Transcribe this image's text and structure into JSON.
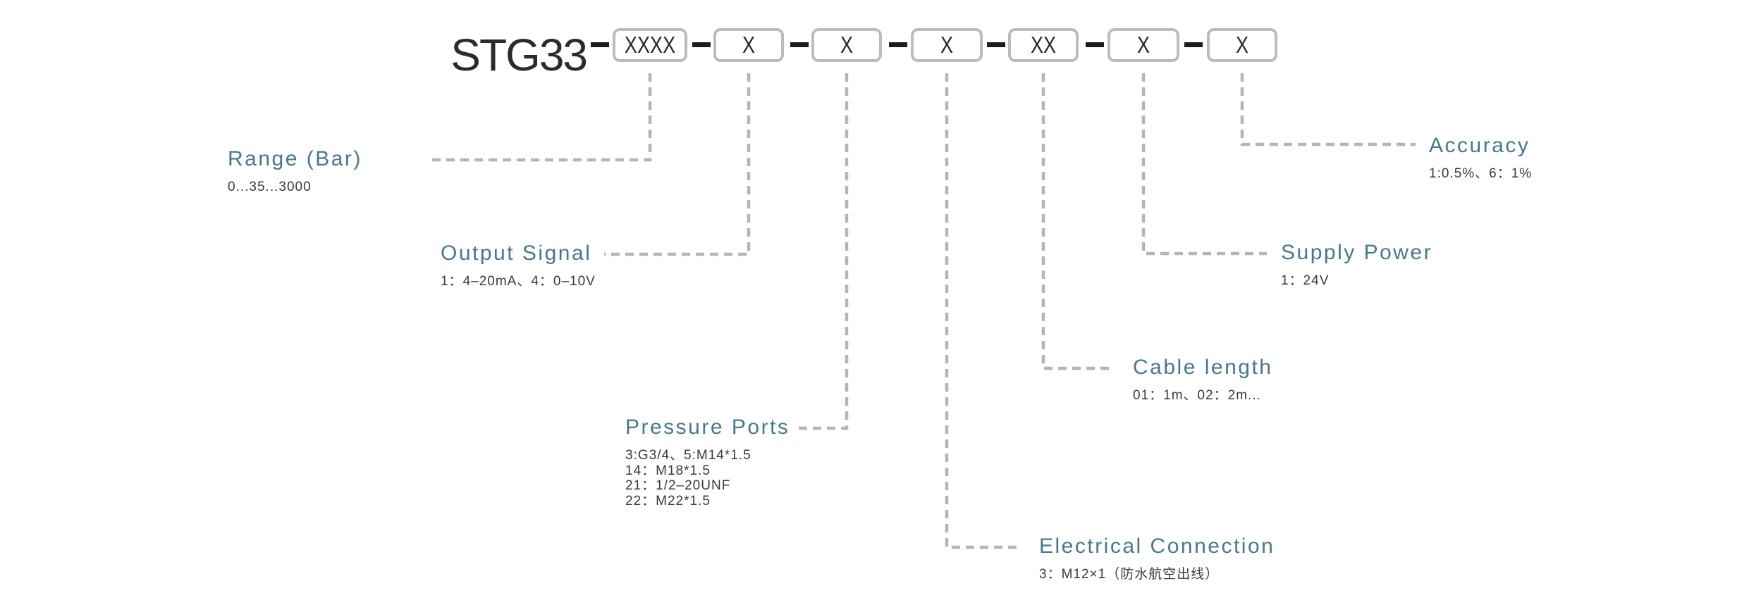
{
  "model_code": {
    "title": "STG33",
    "boxes": [
      "XXXX",
      "X",
      "X",
      "X",
      "XX",
      "X",
      "X"
    ]
  },
  "fields": [
    {
      "id": "range",
      "side": "left",
      "heading": "Range (Bar)",
      "details": [
        "0...35...3000"
      ]
    },
    {
      "id": "output-signal",
      "side": "left",
      "heading": "Output Signal",
      "details": [
        "1：4–20mA、4：0–10V"
      ]
    },
    {
      "id": "pressure-ports",
      "side": "left",
      "heading": "Pressure Ports",
      "details": [
        "3:G3/4、5:M14*1.5",
        "14：M18*1.5",
        "21：1/2–20UNF",
        "22：M22*1.5"
      ]
    },
    {
      "id": "electrical-connection",
      "side": "right",
      "heading": "Electrical Connection",
      "details": [
        "3：M12×1（防水航空出线）"
      ]
    },
    {
      "id": "cable-length",
      "side": "right",
      "heading": "Cable length",
      "details": [
        "01：1m、02：2m..."
      ]
    },
    {
      "id": "supply-power",
      "side": "right",
      "heading": "Supply Power",
      "details": [
        "1：24V"
      ]
    },
    {
      "id": "accuracy",
      "side": "right",
      "heading": "Accuracy",
      "details": [
        "1:0.5%、6：1%"
      ]
    }
  ],
  "colors": {
    "heading_accent": "#45798B",
    "detail_text": "#3A3A3A",
    "title_text": "#2B2B2B",
    "box_border": "#BCBCBC",
    "connector_line": "#B5B5B5",
    "code_separator": "#1D1D1D",
    "background": "#FFFFFF"
  }
}
